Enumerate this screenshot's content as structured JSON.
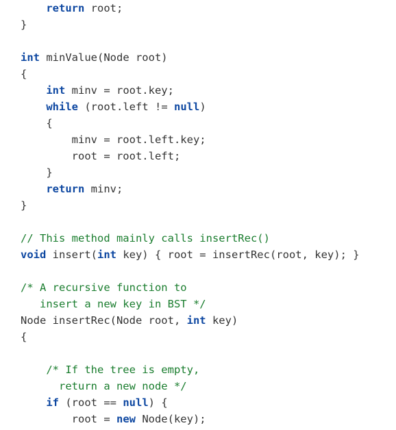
{
  "code": {
    "lines": [
      [
        {
          "t": "kw",
          "v": "    return"
        },
        {
          "t": "tx",
          "v": " root;"
        }
      ],
      [
        {
          "t": "tx",
          "v": "}"
        }
      ],
      [],
      [
        {
          "t": "kw",
          "v": "int"
        },
        {
          "t": "tx",
          "v": " minValue(Node root)"
        }
      ],
      [
        {
          "t": "tx",
          "v": "{"
        }
      ],
      [
        {
          "t": "kw",
          "v": "    int"
        },
        {
          "t": "tx",
          "v": " minv = root.key;"
        }
      ],
      [
        {
          "t": "kw",
          "v": "    while"
        },
        {
          "t": "tx",
          "v": " (root.left != "
        },
        {
          "t": "kw",
          "v": "null"
        },
        {
          "t": "tx",
          "v": ")"
        }
      ],
      [
        {
          "t": "tx",
          "v": "    {"
        }
      ],
      [
        {
          "t": "tx",
          "v": "        minv = root.left.key;"
        }
      ],
      [
        {
          "t": "tx",
          "v": "        root = root.left;"
        }
      ],
      [
        {
          "t": "tx",
          "v": "    }"
        }
      ],
      [
        {
          "t": "kw",
          "v": "    return"
        },
        {
          "t": "tx",
          "v": " minv;"
        }
      ],
      [
        {
          "t": "tx",
          "v": "}"
        }
      ],
      [],
      [
        {
          "t": "cm",
          "v": "// This method mainly calls insertRec()"
        }
      ],
      [
        {
          "t": "kw",
          "v": "void"
        },
        {
          "t": "tx",
          "v": " insert("
        },
        {
          "t": "kw",
          "v": "int"
        },
        {
          "t": "tx",
          "v": " key) { root = insertRec(root, key); }"
        }
      ],
      [],
      [
        {
          "t": "cm",
          "v": "/* A recursive function to"
        }
      ],
      [
        {
          "t": "cm",
          "v": "   insert a new key in BST */"
        }
      ],
      [
        {
          "t": "tx",
          "v": "Node insertRec(Node root, "
        },
        {
          "t": "kw",
          "v": "int"
        },
        {
          "t": "tx",
          "v": " key)"
        }
      ],
      [
        {
          "t": "tx",
          "v": "{"
        }
      ],
      [],
      [
        {
          "t": "cm",
          "v": "    /* If the tree is empty,"
        }
      ],
      [
        {
          "t": "cm",
          "v": "      return a new node */"
        }
      ],
      [
        {
          "t": "kw",
          "v": "    if"
        },
        {
          "t": "tx",
          "v": " (root == "
        },
        {
          "t": "kw",
          "v": "null"
        },
        {
          "t": "tx",
          "v": ") {"
        }
      ],
      [
        {
          "t": "tx",
          "v": "        root = "
        },
        {
          "t": "kw",
          "v": "new"
        },
        {
          "t": "tx",
          "v": " Node(key);"
        }
      ]
    ]
  },
  "colors": {
    "keyword": "#0d47a1",
    "comment": "#1a7d2e",
    "text": "#333333",
    "background": "#ffffff"
  }
}
